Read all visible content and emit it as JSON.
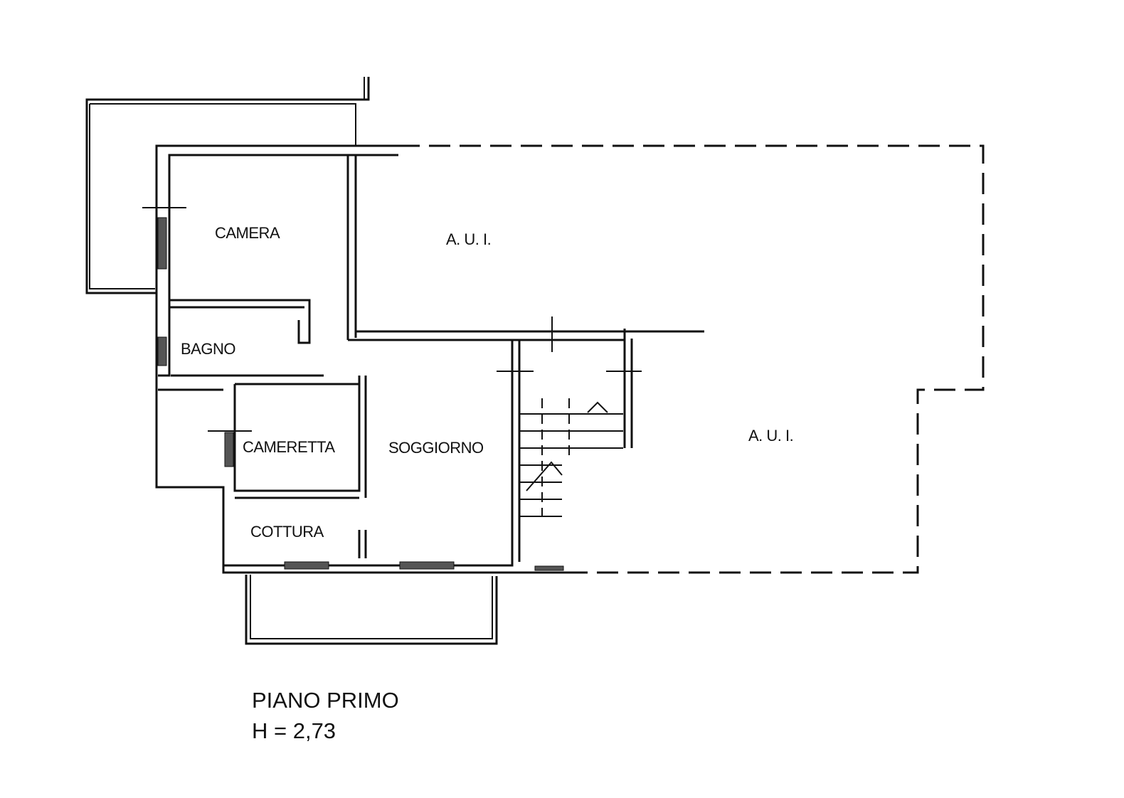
{
  "floor_plan": {
    "rooms": {
      "camera": "CAMERA",
      "bagno": "BAGNO",
      "cameretta": "CAMERETTA",
      "soggiorno": "SOGGIORNO",
      "cottura": "COTTURA",
      "aui_north": "A. U. I.",
      "aui_east": "A. U. I."
    },
    "caption": {
      "floor": "PIANO PRIMO",
      "height": "H = 2,73"
    }
  }
}
